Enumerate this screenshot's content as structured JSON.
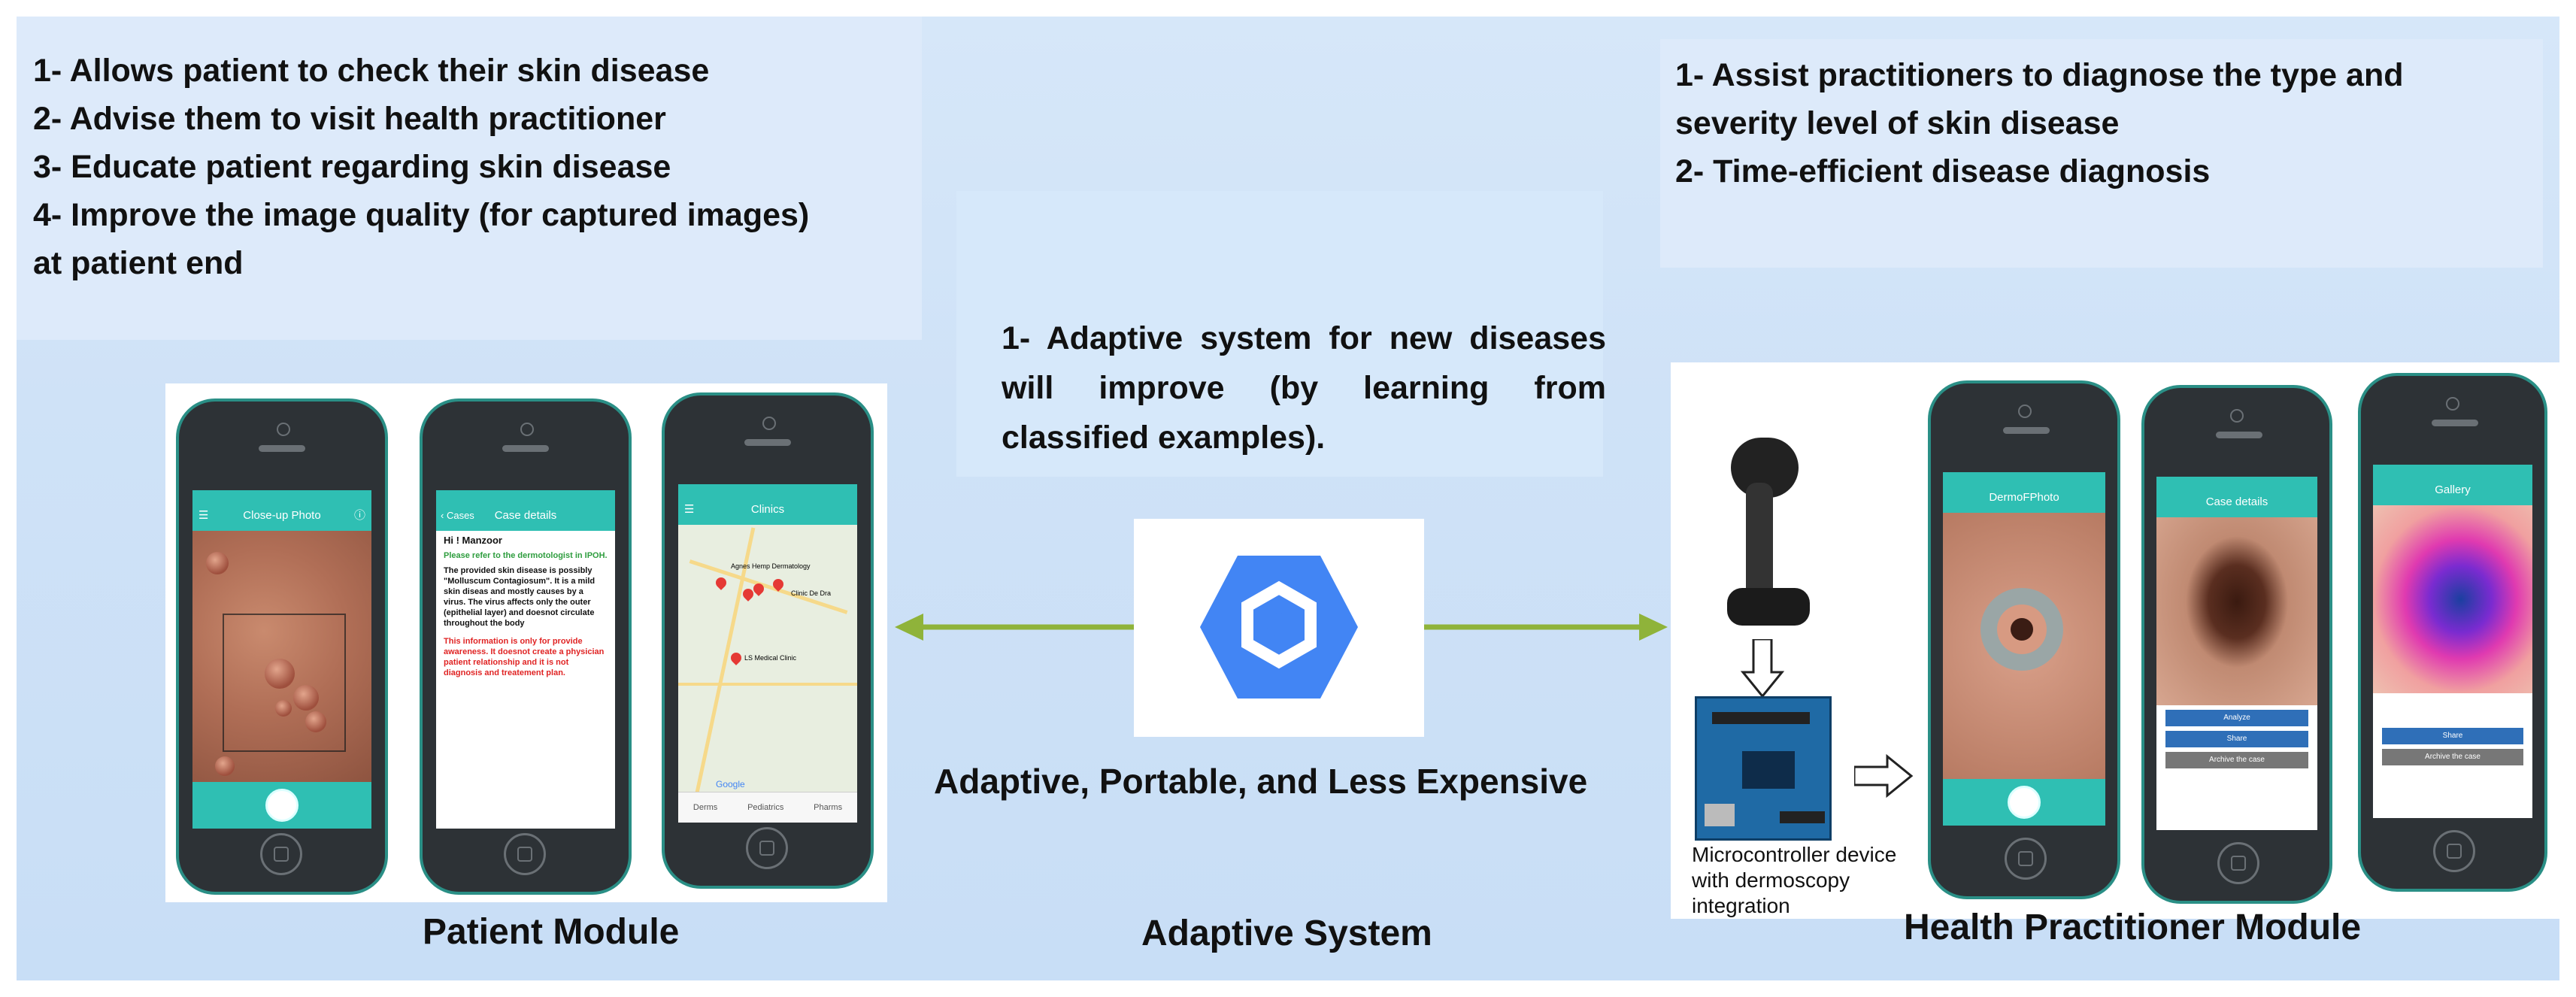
{
  "patient_box": {
    "lines": [
      "1- Allows patient to check their skin disease",
      "2- Advise them to visit health practitioner",
      "3- Educate patient regarding skin disease",
      "4- Improve the image quality (for captured images)",
      "at patient end"
    ]
  },
  "practitioner_box": {
    "lines": [
      "1- Assist practitioners to diagnose the type and",
      "severity level of skin disease",
      "2- Time-efficient disease diagnosis"
    ]
  },
  "adaptive_box": {
    "text": "1- Adaptive system for new diseases will improve (by learning from classified examples)."
  },
  "center_label": "Adaptive, Portable, and Less Expensive",
  "captions": {
    "patient": "Patient Module",
    "adaptive": "Adaptive System",
    "practitioner": "Health Practitioner Module"
  },
  "device_label": "Microcontroller device with dermoscopy integration",
  "colors": {
    "arrow": "#8fb33a",
    "teal": "#2fbfb3",
    "logo_blue": "#4285f4"
  },
  "patient_phones": {
    "phone1": {
      "title": "Close-up Photo"
    },
    "phone2": {
      "back": "Cases",
      "title": "Case details",
      "greeting": "Hi ! Manzoor",
      "advice": "Please refer to the dermotologist in IPOH.",
      "body": "The provided skin disease is possibly \"Molluscum Contagiosum\". It is a mild skin diseas and mostly causes by a virus. The virus affects only the outer (epithelial layer) and doesnot circulate throughout the body",
      "warning": "This information is only for provide awareness. It doesnot create a physician patient relationship and it is not diagnosis and treatement plan."
    },
    "phone3": {
      "title": "Clinics",
      "places": [
        "Agnes Hemp Dermatology",
        "Clinic De Dra",
        "LS Medical Clinic"
      ],
      "tabs": [
        "Derms",
        "Pediatrics",
        "Pharms"
      ],
      "google": "Google"
    }
  },
  "practitioner_phones": {
    "phone1": {
      "title": "DermoFPhoto"
    },
    "phone2": {
      "title": "Case details",
      "buttons": [
        "Analyze",
        "Share",
        "Archive the case"
      ]
    },
    "phone3": {
      "title": "Gallery",
      "buttons": [
        "Share",
        "Archive the case"
      ]
    }
  }
}
